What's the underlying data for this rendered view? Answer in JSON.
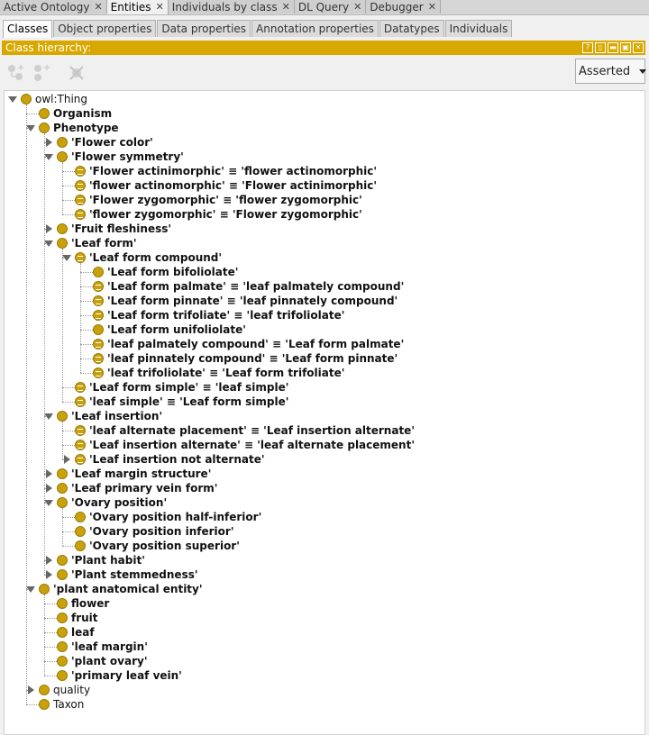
{
  "top_tabs": [
    {
      "label": "Active Ontology",
      "active": false
    },
    {
      "label": "Entities",
      "active": true
    },
    {
      "label": "Individuals by class",
      "active": false
    },
    {
      "label": "DL Query",
      "active": false
    },
    {
      "label": "Debugger",
      "active": false
    }
  ],
  "sub_tabs": [
    "Classes",
    "Object properties",
    "Data properties",
    "Annotation properties",
    "Datatypes",
    "Individuals"
  ],
  "hierarchy_header": "Class hierarchy:",
  "header_controls": [
    "?",
    "▯",
    "▬",
    "▣",
    "✕"
  ],
  "toolbar": {
    "add_subclass_icon": "add-subclass-icon",
    "add_sibling_icon": "add-sibling-icon",
    "delete_icon": "delete-class-icon"
  },
  "view_mode": {
    "selected": "Asserted"
  },
  "tree": [
    {
      "label": "owl:Thing",
      "level": 0,
      "toggle": "expanded",
      "icon": "class",
      "bold": false
    },
    {
      "label": "Organism",
      "level": 1,
      "toggle": "none",
      "icon": "class",
      "bold": true
    },
    {
      "label": "Phenotype",
      "level": 1,
      "toggle": "expanded",
      "icon": "class",
      "bold": true
    },
    {
      "label": "'Flower color'",
      "level": 2,
      "toggle": "collapsed",
      "icon": "class",
      "bold": true
    },
    {
      "label": "'Flower symmetry'",
      "level": 2,
      "toggle": "expanded",
      "icon": "class",
      "bold": true
    },
    {
      "label": "'Flower actinimorphic' ≡ 'flower actinomorphic'",
      "level": 3,
      "toggle": "none",
      "icon": "equivalent",
      "bold": true
    },
    {
      "label": "'flower actinomorphic' ≡ 'Flower actinimorphic'",
      "level": 3,
      "toggle": "none",
      "icon": "equivalent",
      "bold": true
    },
    {
      "label": "'Flower zygomorphic' ≡ 'flower zygomorphic'",
      "level": 3,
      "toggle": "none",
      "icon": "equivalent",
      "bold": true
    },
    {
      "label": "'flower zygomorphic' ≡ 'Flower zygomorphic'",
      "level": 3,
      "toggle": "none",
      "icon": "equivalent",
      "bold": true
    },
    {
      "label": "'Fruit fleshiness'",
      "level": 2,
      "toggle": "collapsed",
      "icon": "class",
      "bold": true
    },
    {
      "label": "'Leaf form'",
      "level": 2,
      "toggle": "expanded",
      "icon": "class",
      "bold": true
    },
    {
      "label": "'Leaf form compound'",
      "level": 3,
      "toggle": "expanded",
      "icon": "equivalent",
      "bold": true
    },
    {
      "label": "'Leaf form bifoliolate'",
      "level": 4,
      "toggle": "none",
      "icon": "class",
      "bold": true
    },
    {
      "label": "'Leaf form palmate' ≡ 'leaf palmately compound'",
      "level": 4,
      "toggle": "none",
      "icon": "equivalent",
      "bold": true
    },
    {
      "label": "'Leaf form pinnate' ≡ 'leaf pinnately compound'",
      "level": 4,
      "toggle": "none",
      "icon": "equivalent",
      "bold": true
    },
    {
      "label": "'Leaf form trifoliate' ≡ 'leaf trifoliolate'",
      "level": 4,
      "toggle": "none",
      "icon": "equivalent",
      "bold": true
    },
    {
      "label": "'Leaf form unifoliolate'",
      "level": 4,
      "toggle": "none",
      "icon": "class",
      "bold": true
    },
    {
      "label": "'leaf palmately compound' ≡ 'Leaf form palmate'",
      "level": 4,
      "toggle": "none",
      "icon": "equivalent",
      "bold": true
    },
    {
      "label": "'leaf pinnately compound' ≡ 'Leaf form pinnate'",
      "level": 4,
      "toggle": "none",
      "icon": "equivalent",
      "bold": true
    },
    {
      "label": "'leaf trifoliolate' ≡ 'Leaf form trifoliate'",
      "level": 4,
      "toggle": "none",
      "icon": "equivalent",
      "bold": true
    },
    {
      "label": "'Leaf form simple' ≡ 'leaf simple'",
      "level": 3,
      "toggle": "none",
      "icon": "equivalent",
      "bold": true
    },
    {
      "label": "'leaf simple' ≡ 'Leaf form simple'",
      "level": 3,
      "toggle": "none",
      "icon": "equivalent",
      "bold": true
    },
    {
      "label": "'Leaf insertion'",
      "level": 2,
      "toggle": "expanded",
      "icon": "class",
      "bold": true
    },
    {
      "label": "'leaf alternate placement' ≡ 'Leaf insertion alternate'",
      "level": 3,
      "toggle": "none",
      "icon": "equivalent",
      "bold": true
    },
    {
      "label": "'Leaf insertion alternate' ≡ 'leaf alternate placement'",
      "level": 3,
      "toggle": "none",
      "icon": "equivalent",
      "bold": true
    },
    {
      "label": "'Leaf insertion not alternate'",
      "level": 3,
      "toggle": "collapsed",
      "icon": "equivalent",
      "bold": true
    },
    {
      "label": "'Leaf margin structure'",
      "level": 2,
      "toggle": "collapsed",
      "icon": "class",
      "bold": true
    },
    {
      "label": "'Leaf primary vein form'",
      "level": 2,
      "toggle": "collapsed",
      "icon": "class",
      "bold": true
    },
    {
      "label": "'Ovary position'",
      "level": 2,
      "toggle": "expanded",
      "icon": "class",
      "bold": true
    },
    {
      "label": "'Ovary position half-inferior'",
      "level": 3,
      "toggle": "none",
      "icon": "class",
      "bold": true
    },
    {
      "label": "'Ovary position inferior'",
      "level": 3,
      "toggle": "none",
      "icon": "class",
      "bold": true
    },
    {
      "label": "'Ovary position superior'",
      "level": 3,
      "toggle": "none",
      "icon": "class",
      "bold": true
    },
    {
      "label": "'Plant habit'",
      "level": 2,
      "toggle": "collapsed",
      "icon": "class",
      "bold": true
    },
    {
      "label": "'Plant stemmedness'",
      "level": 2,
      "toggle": "collapsed",
      "icon": "class",
      "bold": true
    },
    {
      "label": "'plant anatomical entity'",
      "level": 1,
      "toggle": "expanded",
      "icon": "class",
      "bold": true
    },
    {
      "label": "flower",
      "level": 2,
      "toggle": "none",
      "icon": "class",
      "bold": true
    },
    {
      "label": "fruit",
      "level": 2,
      "toggle": "none",
      "icon": "class",
      "bold": true
    },
    {
      "label": "leaf",
      "level": 2,
      "toggle": "none",
      "icon": "class",
      "bold": true
    },
    {
      "label": "'leaf margin'",
      "level": 2,
      "toggle": "none",
      "icon": "class",
      "bold": true
    },
    {
      "label": "'plant ovary'",
      "level": 2,
      "toggle": "none",
      "icon": "class",
      "bold": true
    },
    {
      "label": "'primary leaf vein'",
      "level": 2,
      "toggle": "none",
      "icon": "class",
      "bold": true
    },
    {
      "label": "quality",
      "level": 1,
      "toggle": "collapsed",
      "icon": "class",
      "bold": false
    },
    {
      "label": "Taxon",
      "level": 1,
      "toggle": "none",
      "icon": "class",
      "bold": false
    }
  ]
}
